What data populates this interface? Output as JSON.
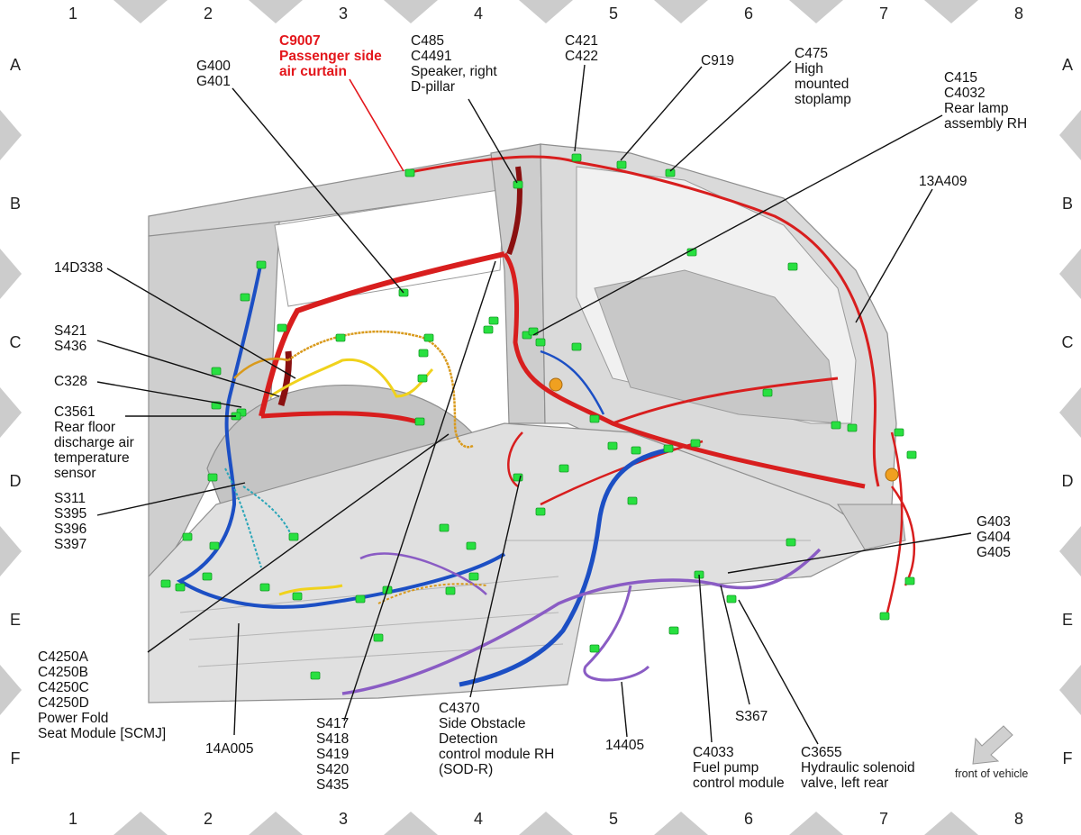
{
  "grid": {
    "columns": [
      "1",
      "2",
      "3",
      "4",
      "5",
      "6",
      "7",
      "8"
    ],
    "rows": [
      "A",
      "B",
      "C",
      "D",
      "E",
      "F"
    ]
  },
  "callouts": [
    {
      "id": "c9007",
      "lines": [
        "C9007",
        "Passenger side",
        "air curtain"
      ],
      "highlight": true
    },
    {
      "id": "g400",
      "lines": [
        "G400",
        "G401"
      ]
    },
    {
      "id": "c485",
      "lines": [
        "C485",
        "C4491",
        "Speaker, right",
        "D-pillar"
      ]
    },
    {
      "id": "c421",
      "lines": [
        "C421",
        "C422"
      ]
    },
    {
      "id": "c919",
      "lines": [
        "C919"
      ]
    },
    {
      "id": "c475",
      "lines": [
        "C475",
        "High",
        "mounted",
        "stoplamp"
      ]
    },
    {
      "id": "c415",
      "lines": [
        "C415",
        "C4032",
        "Rear lamp",
        "assembly RH"
      ]
    },
    {
      "id": "a13a409",
      "lines": [
        "13A409"
      ]
    },
    {
      "id": "d14d338",
      "lines": [
        "14D338"
      ]
    },
    {
      "id": "s421",
      "lines": [
        "S421",
        "S436"
      ]
    },
    {
      "id": "c328",
      "lines": [
        "C328"
      ]
    },
    {
      "id": "c3561",
      "lines": [
        "C3561",
        "Rear floor",
        "discharge air",
        "temperature",
        "sensor"
      ]
    },
    {
      "id": "s311",
      "lines": [
        "S311",
        "S395",
        "S396",
        "S397"
      ]
    },
    {
      "id": "g403",
      "lines": [
        "G403",
        "G404",
        "G405"
      ]
    },
    {
      "id": "c4250",
      "lines": [
        "C4250A",
        "C4250B",
        "C4250C",
        "C4250D",
        "Power Fold",
        "Seat Module [SCMJ]"
      ]
    },
    {
      "id": "a14a005",
      "lines": [
        "14A005"
      ]
    },
    {
      "id": "s417",
      "lines": [
        "S417",
        "S418",
        "S419",
        "S420",
        "S435"
      ]
    },
    {
      "id": "c4370",
      "lines": [
        "C4370",
        "Side Obstacle",
        "Detection",
        "control module RH",
        "(SOD-R)"
      ]
    },
    {
      "id": "n14405",
      "lines": [
        "14405"
      ]
    },
    {
      "id": "s367",
      "lines": [
        "S367"
      ]
    },
    {
      "id": "c4033",
      "lines": [
        "C4033",
        "Fuel pump",
        "control module"
      ]
    },
    {
      "id": "c3655",
      "lines": [
        "C3655",
        "Hydraulic solenoid",
        "valve, left rear"
      ]
    }
  ],
  "front_label": "front of vehicle",
  "colors": {
    "body": "#d4d4d4",
    "body_edge": "#8e8e8e",
    "harness_red": "#d81e1e",
    "harness_dark_red": "#8a1010",
    "harness_blue": "#1c4fc4",
    "harness_purple": "#8a5cc4",
    "harness_yellow": "#f0d21c",
    "harness_orange": "#d99a1c",
    "harness_teal": "#2aa6b8",
    "connector": "#28e040",
    "callout_red": "#e3161b"
  }
}
